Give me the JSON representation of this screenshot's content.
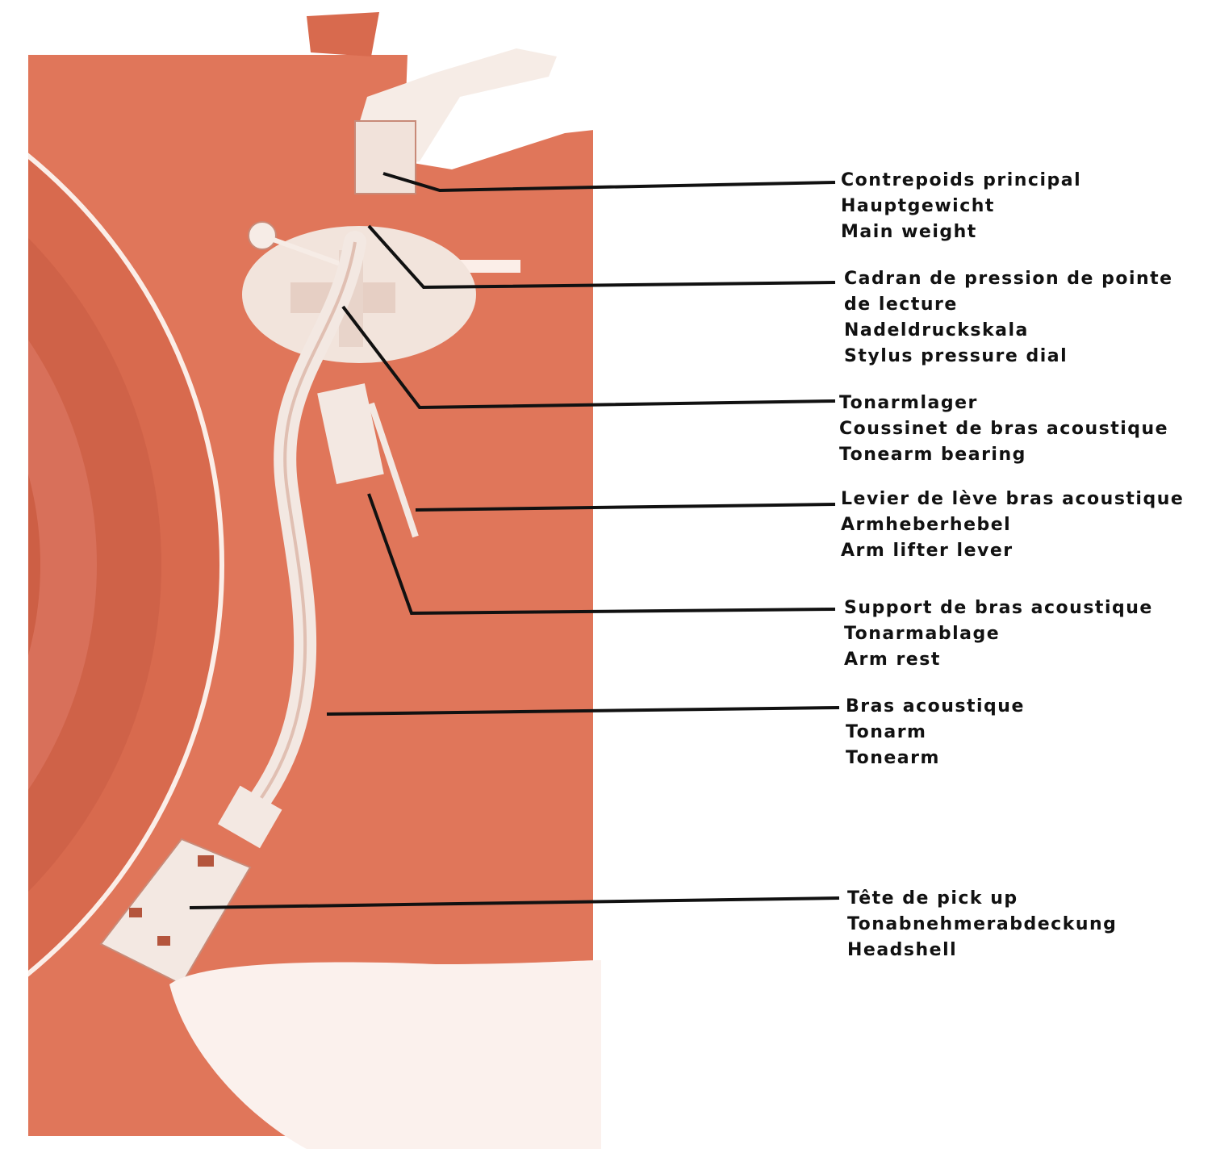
{
  "colors": {
    "base_panel": "#e0765a",
    "base_shade": "#d86a4e",
    "platter": "#cf6248",
    "arm": "#f3e8e2",
    "leader_line": "#111111"
  },
  "labels": [
    {
      "lines": [
        "Contrepoids principal",
        "Hauptgewicht",
        "Main weight"
      ]
    },
    {
      "lines": [
        "Cadran de pression de pointe",
        "de lecture",
        "Nadeldruckskala",
        "Stylus pressure dial"
      ]
    },
    {
      "lines": [
        "Tonarmlager",
        "Coussinet de bras acoustique",
        "Tonearm bearing"
      ]
    },
    {
      "lines": [
        "Levier de lève bras acoustique",
        "Armheberhebel",
        "Arm lifter lever"
      ]
    },
    {
      "lines": [
        "Support de bras acoustique",
        "Tonarmablage",
        "Arm rest"
      ]
    },
    {
      "lines": [
        "Bras acoustique",
        "Tonarm",
        "Tonearm"
      ]
    },
    {
      "lines": [
        "Tête de pick up",
        "Tonabnehmerabdeckung",
        "Headshell"
      ]
    }
  ]
}
